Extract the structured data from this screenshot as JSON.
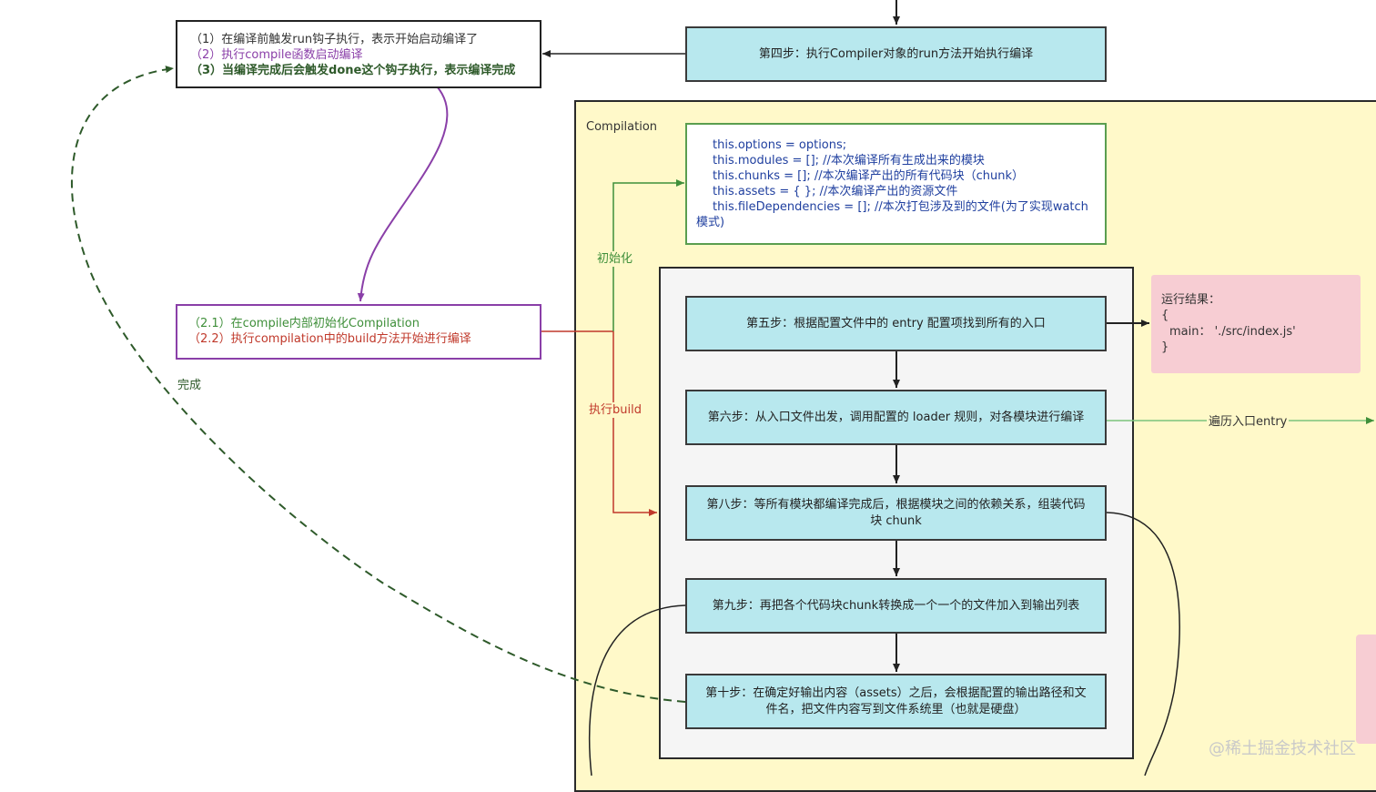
{
  "top_box": {
    "line1": "（1）在编译前触发run钩子执行，表示开始启动编译了",
    "line2": "（2）执行compile函数启动编译",
    "line3": "（3）当编译完成后会触发done这个钩子执行，表示编译完成"
  },
  "step4": "第四步：执行Compiler对象的run方法开始执行编译",
  "compilation_label": "Compilation",
  "init_box": {
    "line1": "this.options = options;",
    "line2": "this.modules = []; //本次编译所有生成出来的模块",
    "line3": "this.chunks = []; //本次编译产出的所有代码块（chunk）",
    "line4": "this.assets = { }; //本次编译产出的资源文件",
    "line5": "this.fileDependencies = []; //本次打包涉及到的文件(为了实现watch",
    "line6": "模式)"
  },
  "compile_box": {
    "line1": "（2.1）在compile内部初始化Compilation",
    "line2": "（2.2）执行compilation中的build方法开始进行编译"
  },
  "edge_labels": {
    "init": "初始化",
    "build": "执行build",
    "done": "完成",
    "traverse": "遍历入口entry"
  },
  "steps": {
    "s5": "第五步：根据配置文件中的 entry 配置项找到所有的入口",
    "s6": "第六步：从入口文件出发，调用配置的 loader 规则，对各模块进行编译",
    "s8a": "第八步：等所有模块都编译完成后，根据模块之间的依赖关系，组装代码",
    "s8b": "块 chunk",
    "s9": "第九步：再把各个代码块chunk转换成一个一个的文件加入到输出列表",
    "s10a": "第十步：在确定好输出内容（assets）之后，会根据配置的输出路径和文",
    "s10b": "件名，把文件内容写到文件系统里（也就是硬盘）"
  },
  "result_box": {
    "line1": "运行结果：",
    "line2": "{",
    "line3": "main： './src/index.js'",
    "line4": "}"
  },
  "watermark": "@稀土掘金技术社区",
  "colors": {
    "step_fill": "#b8e8ee",
    "compilation_fill": "#fff9c9",
    "build_panel_fill": "#f5f5f5",
    "result_fill": "#f7cdd3",
    "green": "#3f8f3a",
    "purple": "#8a3fa8",
    "red": "#c0392b",
    "dark_green": "#2e5a2a"
  }
}
